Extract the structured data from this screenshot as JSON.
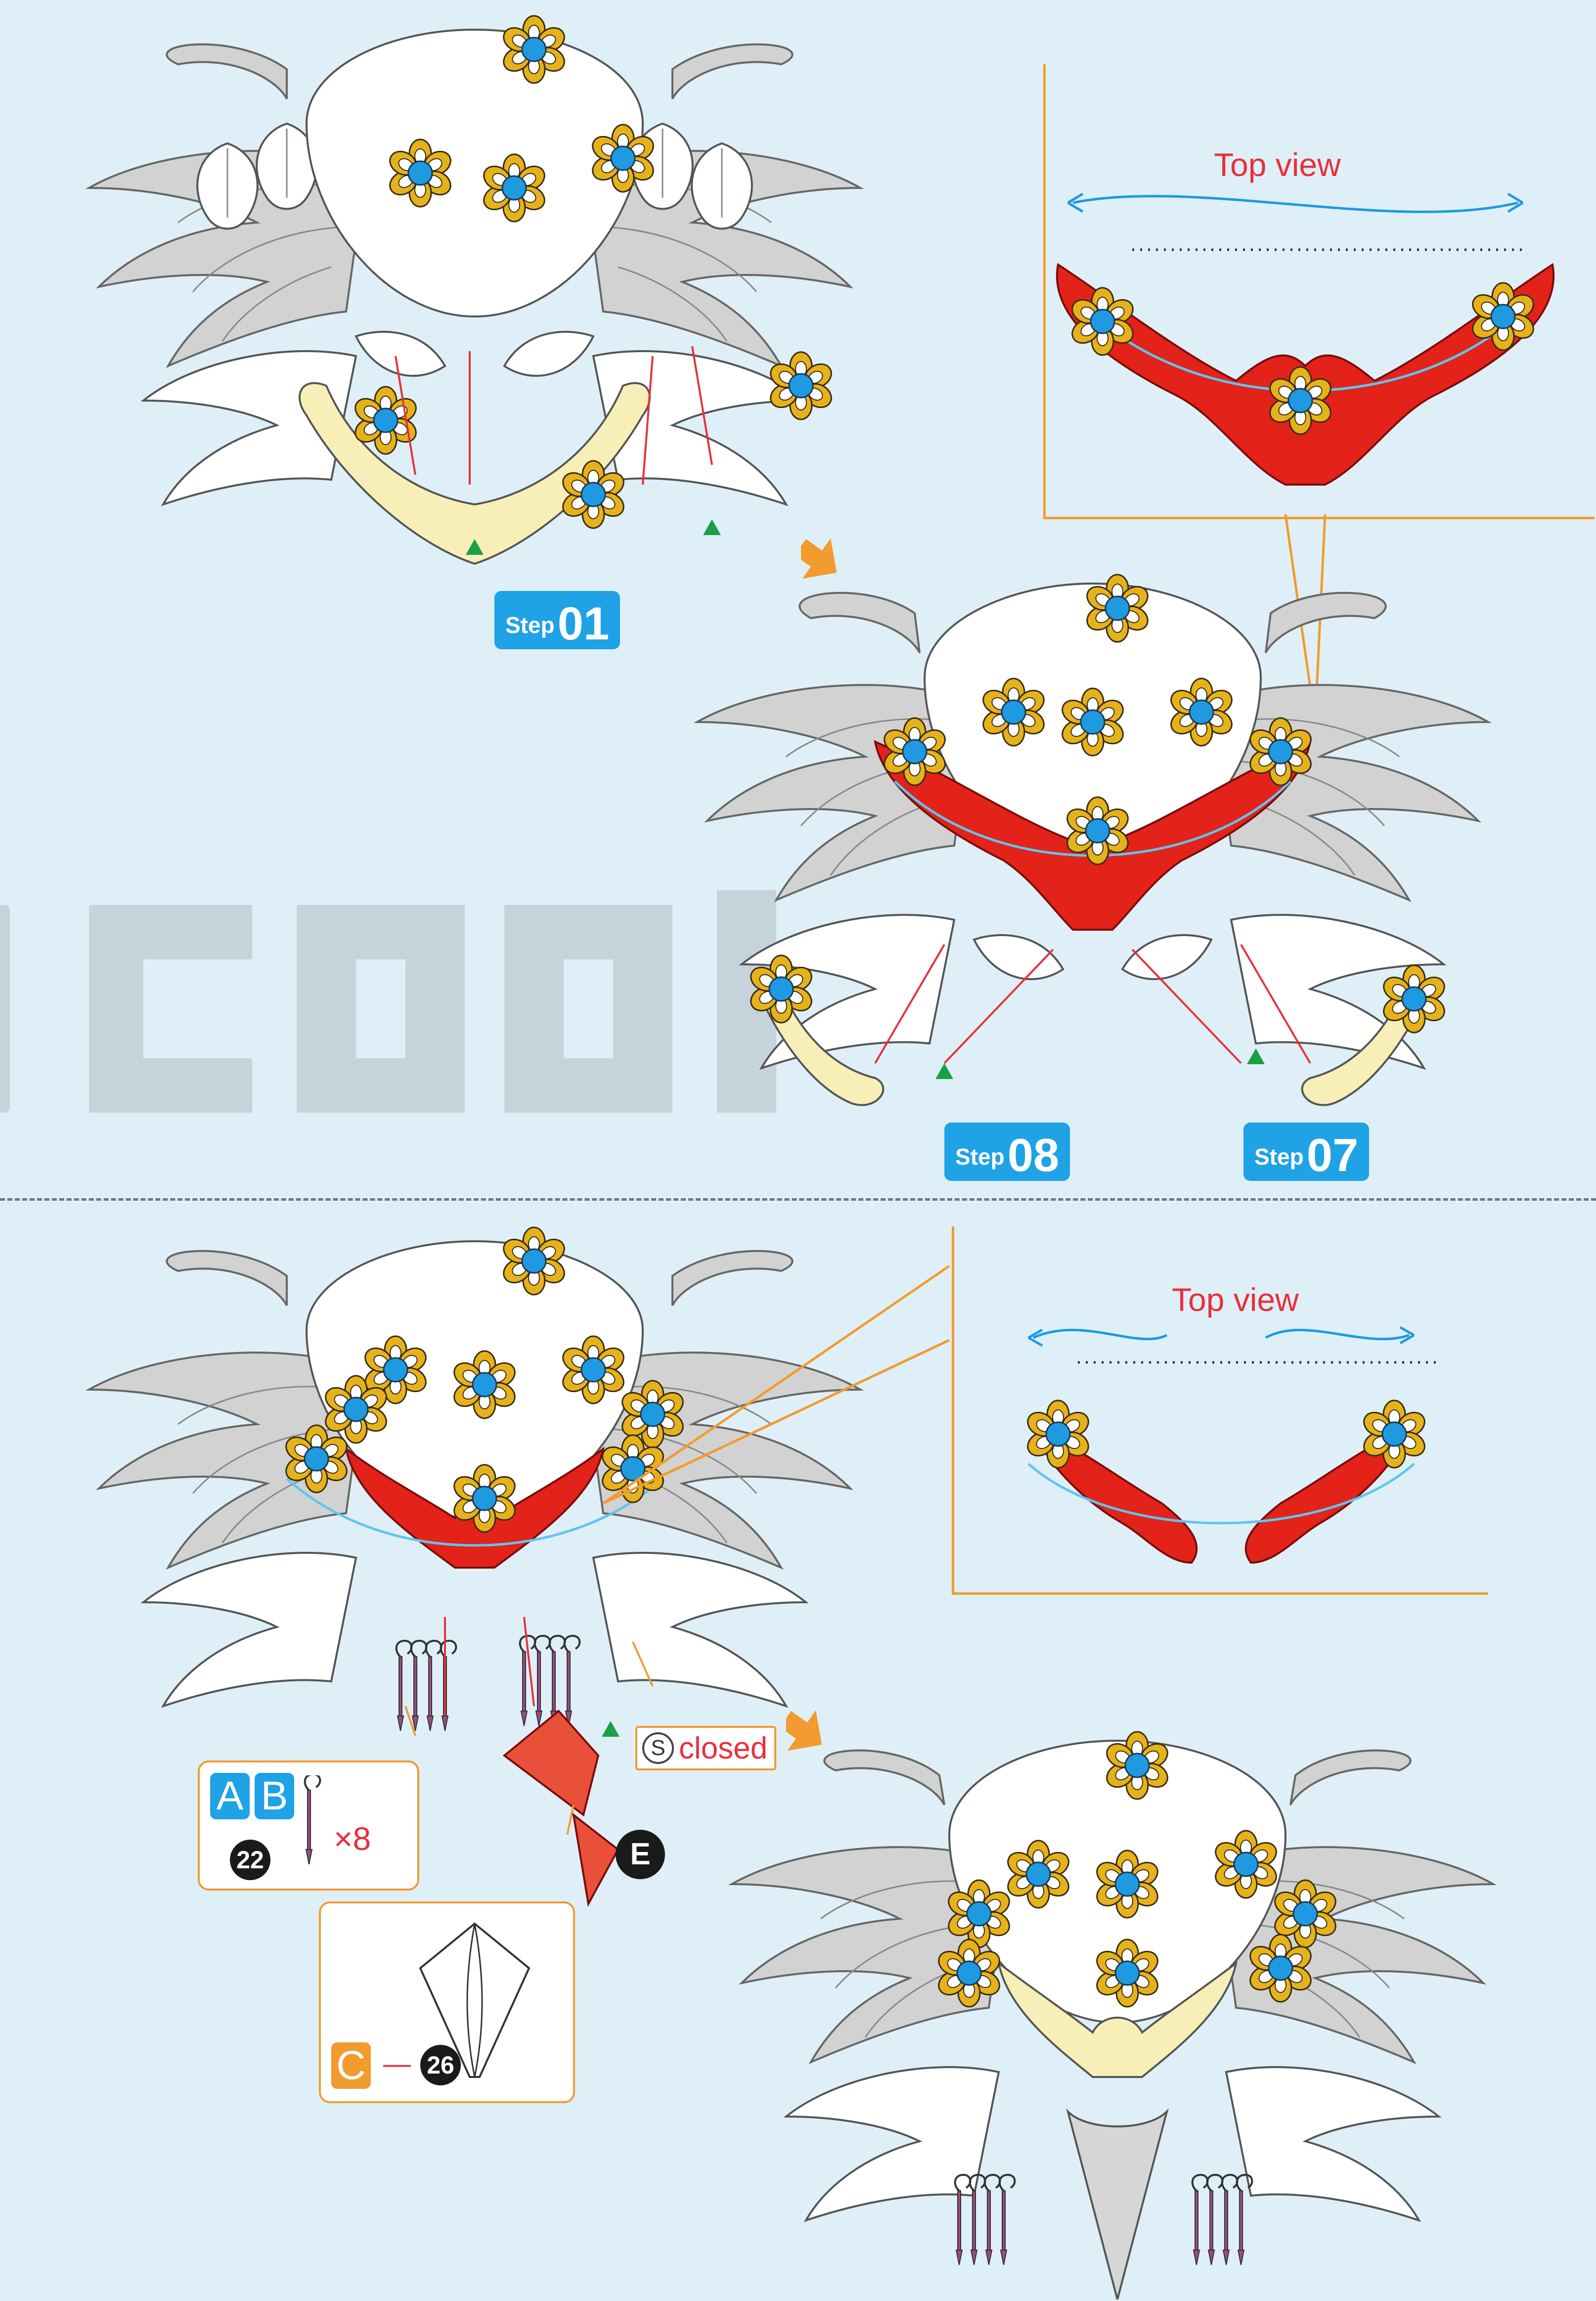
{
  "watermark": {
    "text": "cool"
  },
  "top_section": {
    "step_01": {
      "prefix": "Step",
      "number": "01"
    },
    "step_08": {
      "prefix": "Step",
      "number": "08"
    },
    "step_07": {
      "prefix": "Step",
      "number": "07"
    },
    "top_view": {
      "label": "Top view"
    }
  },
  "bottom_section": {
    "top_view": {
      "label": "Top view"
    },
    "parts_callout": {
      "letter_a": "A",
      "letter_b": "B",
      "part_number": "22",
      "multiplier": "×8"
    },
    "piece_callout": {
      "letter": "C",
      "dash": "—",
      "part_number": "26"
    },
    "piece_label": "E",
    "closed_tag": {
      "symbol": "S",
      "text": "closed"
    }
  },
  "colors": {
    "background": "#dfeff7",
    "accent_orange": "#f29b2e",
    "step_blue": "#1fa2e6",
    "highlight_red": "#e32219",
    "highlight_cream": "#f8efb8",
    "flower_gold": "#e6b21c",
    "flower_blue": "#1f9ae0",
    "wing_gray": "#c8c8c8",
    "pointer_green": "#1aa046",
    "arrow_red": "#e8303a"
  },
  "icons": {
    "flower": "flower-ornament-icon",
    "wing": "wing-feather-icon",
    "pin": "hanging-pin-icon",
    "arrow": "orange-arrow-icon",
    "triangle": "green-triangle-icon"
  }
}
